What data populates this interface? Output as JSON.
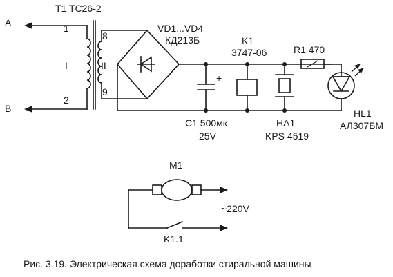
{
  "terminals": {
    "a": "A",
    "b": "B"
  },
  "transformer": {
    "ref": "T1 TC26-2",
    "pin1": "1",
    "pin2": "2",
    "pin8": "8",
    "pin9": "9",
    "winding1": "I",
    "winding2": "II"
  },
  "bridge": {
    "ref": "VD1...VD4",
    "model": "КД213Б"
  },
  "capacitor": {
    "ref_value": "C1 500мк",
    "voltage": "25V",
    "polarity": "+"
  },
  "relay": {
    "ref": "K1",
    "model": "3747-06"
  },
  "resistor": {
    "label": "R1 470"
  },
  "buzzer": {
    "ref": "HA1",
    "model": "KPS 4519"
  },
  "led": {
    "ref": "HL1",
    "model": "АЛ307БМ"
  },
  "motor": {
    "ref": "M1",
    "supply": "~220V"
  },
  "contact": {
    "ref": "K1.1"
  },
  "caption": "Рис. 3.19. Электрическая схема доработки стиральной машины"
}
